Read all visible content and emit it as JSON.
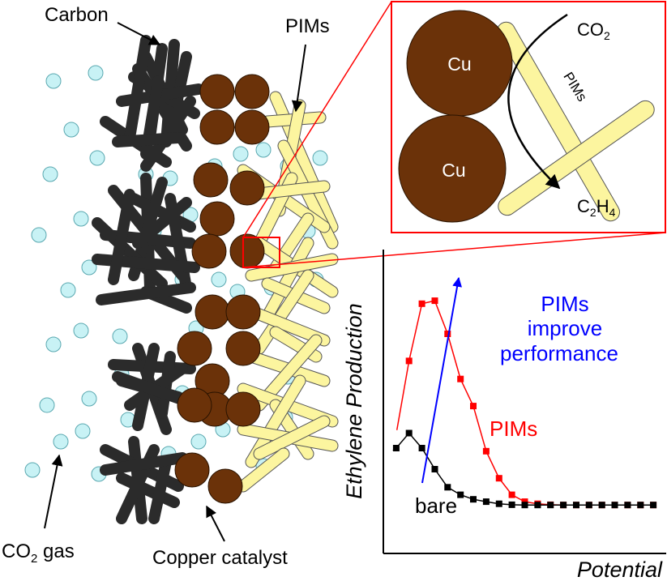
{
  "labels": {
    "carbon": "Carbon",
    "pims": "PIMs",
    "co2_gas_prefix": "CO",
    "co2_gas_sub": "2",
    "co2_gas_suffix": " gas",
    "copper_catalyst": "Copper catalyst"
  },
  "inset": {
    "cu_top": "Cu",
    "cu_bottom": "Cu",
    "pims_rod": "PIMs",
    "reactant_main": "CO",
    "reactant_sub": "2",
    "product_c": "C",
    "product_sub1": "2",
    "product_h": "H",
    "product_sub2": "4"
  },
  "chart": {
    "annotation_lines": [
      "PIMs",
      "improve",
      "performance"
    ],
    "pims_label": "PIMs",
    "bare_label": "bare",
    "ylabel": "Ethylene Production",
    "xlabel": "Potential"
  },
  "colors": {
    "carbon": "#2b2b2b",
    "copper": "#6b3209",
    "pims_fill": "#fcf59f",
    "co2_bubble": "#c8f2f5",
    "inset_border": "#ff0000",
    "pims_series": "#ff0000",
    "bare_series": "#000000",
    "improve_arrow": "#0000ff"
  },
  "chart_data": {
    "type": "line",
    "title": "",
    "xlabel": "Potential",
    "ylabel": "Ethylene Production",
    "x": [
      1,
      2,
      3,
      4,
      5,
      6,
      7,
      8,
      9,
      10,
      11,
      12,
      13,
      14,
      15,
      16,
      17,
      18,
      19,
      20,
      21
    ],
    "series": [
      {
        "name": "PIMs",
        "values": [
          null,
          4.8,
          6.7,
          6.8,
          5.7,
          4.2,
          3.3,
          1.8,
          0.9,
          0.35,
          0.12,
          0.05,
          0.02,
          0.01,
          0.01,
          0.01,
          0.01,
          0.01,
          0.01,
          0.01,
          0.01
        ]
      },
      {
        "name": "bare",
        "values": [
          1.9,
          2.4,
          1.9,
          1.2,
          0.6,
          0.35,
          0.2,
          0.12,
          0.05,
          0.02,
          0.01,
          0.01,
          0.01,
          0.01,
          0.01,
          0.01,
          0.01,
          0.01,
          0.01,
          0.01,
          0.01
        ]
      }
    ]
  }
}
